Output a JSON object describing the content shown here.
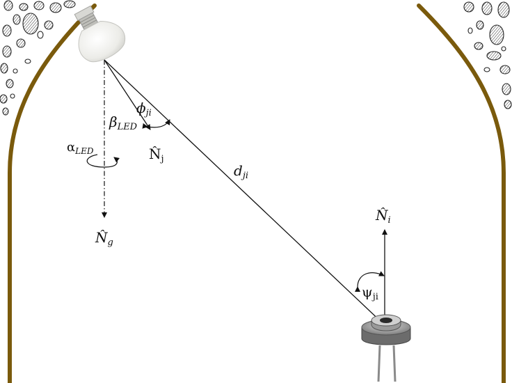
{
  "diagram": {
    "labels": {
      "phi": {
        "base": "ϕ",
        "sub": "ji"
      },
      "beta": {
        "base": "β",
        "sub": "LED"
      },
      "alpha": {
        "base": "α",
        "sub": "LED"
      },
      "normal_led": {
        "base": "N̂",
        "sub": "j"
      },
      "distance": {
        "base": "d",
        "sub": "ji"
      },
      "normal_receiver": {
        "base": "N̂",
        "sub": "i"
      },
      "normal_ground": {
        "base": "N̂",
        "sub": "g"
      },
      "psi": {
        "base": "ψ",
        "sub": "ji"
      }
    },
    "colors": {
      "arch": "#7a5a0c",
      "line": "#111111",
      "bulb_glass": "#f3f3f0",
      "bulb_base": "#c9c9c4",
      "photodiode_body": "#7c7c7c"
    }
  }
}
